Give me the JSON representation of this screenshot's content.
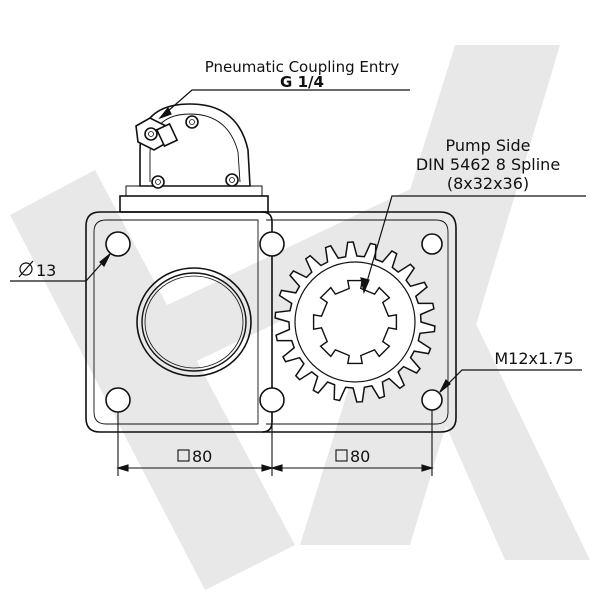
{
  "labels": {
    "coupling_title": "Pneumatic Coupling Entry",
    "coupling_thread": "G 1/4",
    "pump_side_line1": "Pump Side",
    "pump_side_line2": "DIN 5462 8 Spline",
    "pump_side_line3": "(8x32x36)",
    "hole_diameter": "13",
    "thread_spec": "M12x1.75",
    "pitch_left": "80",
    "pitch_right": "80"
  },
  "symbols": {
    "diameter": "diameter-symbol",
    "square": "square-symbol"
  },
  "watermark": {
    "text": "HK",
    "color": "#e6e6e6"
  },
  "gear": {
    "outer_teeth": 22,
    "inner_splines": 8
  }
}
